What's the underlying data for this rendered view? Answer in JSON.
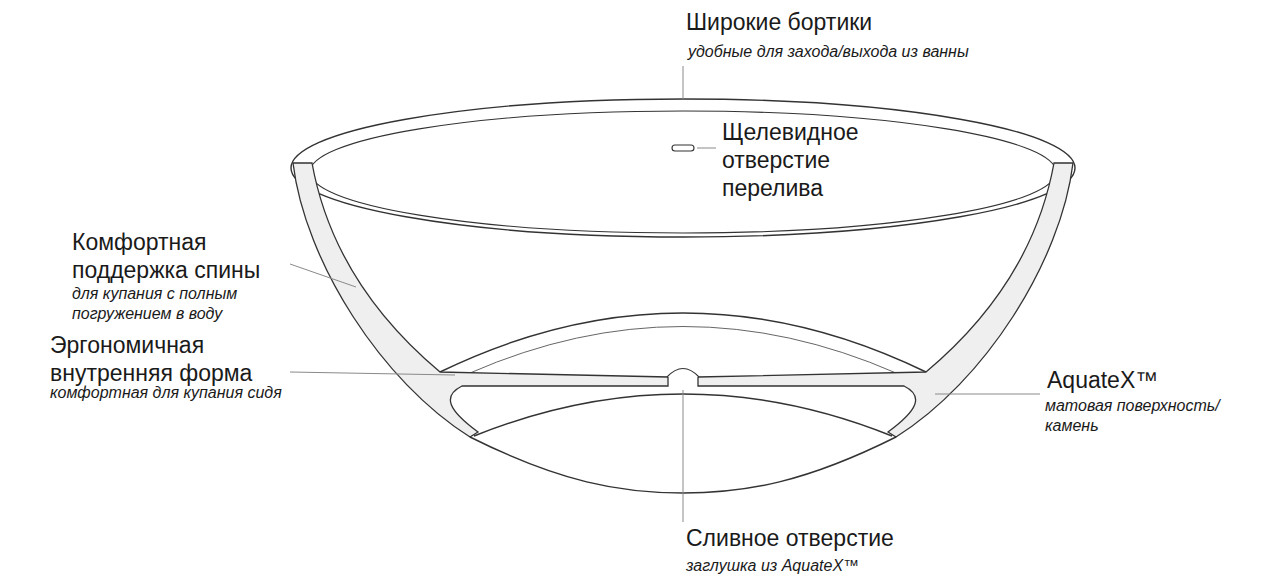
{
  "diagram": {
    "labels": [
      "Широкие бортики",
      "удобные для захода/выхода из ванны",
      "Щелевидное отверстие перелива",
      "Комфортная поддержка спины",
      "для купания с полным погружением в воду",
      "Эргономичная внутренняя форма",
      "комфортная для купания сидя",
      "AquateX™",
      "матовая поверхность/камень",
      "Сливное отверстие",
      "заглушка из AquateX™"
    ]
  }
}
